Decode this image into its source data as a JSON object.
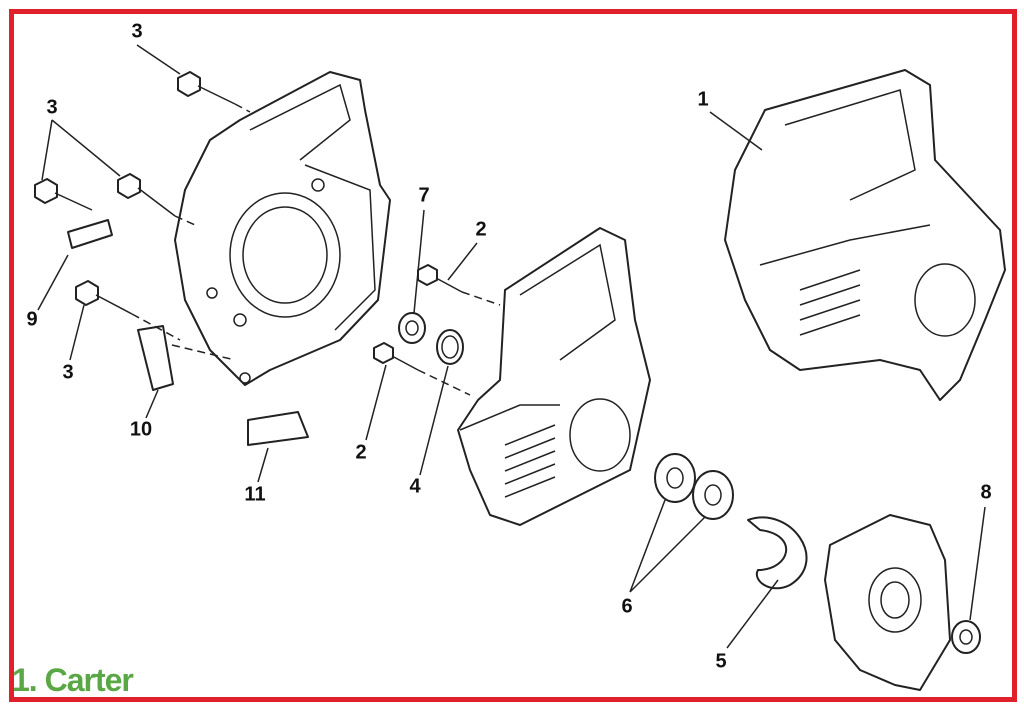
{
  "caption": "1. Carter",
  "callouts": {
    "c1": "1",
    "c2a": "2",
    "c2b": "2",
    "c3a": "3",
    "c3b": "3",
    "c3c": "3",
    "c4": "4",
    "c5": "5",
    "c6": "6",
    "c7": "7",
    "c8": "8",
    "c9": "9",
    "c10": "10",
    "c11": "11"
  },
  "colors": {
    "border": "#e0202a",
    "caption": "#5aa845"
  }
}
